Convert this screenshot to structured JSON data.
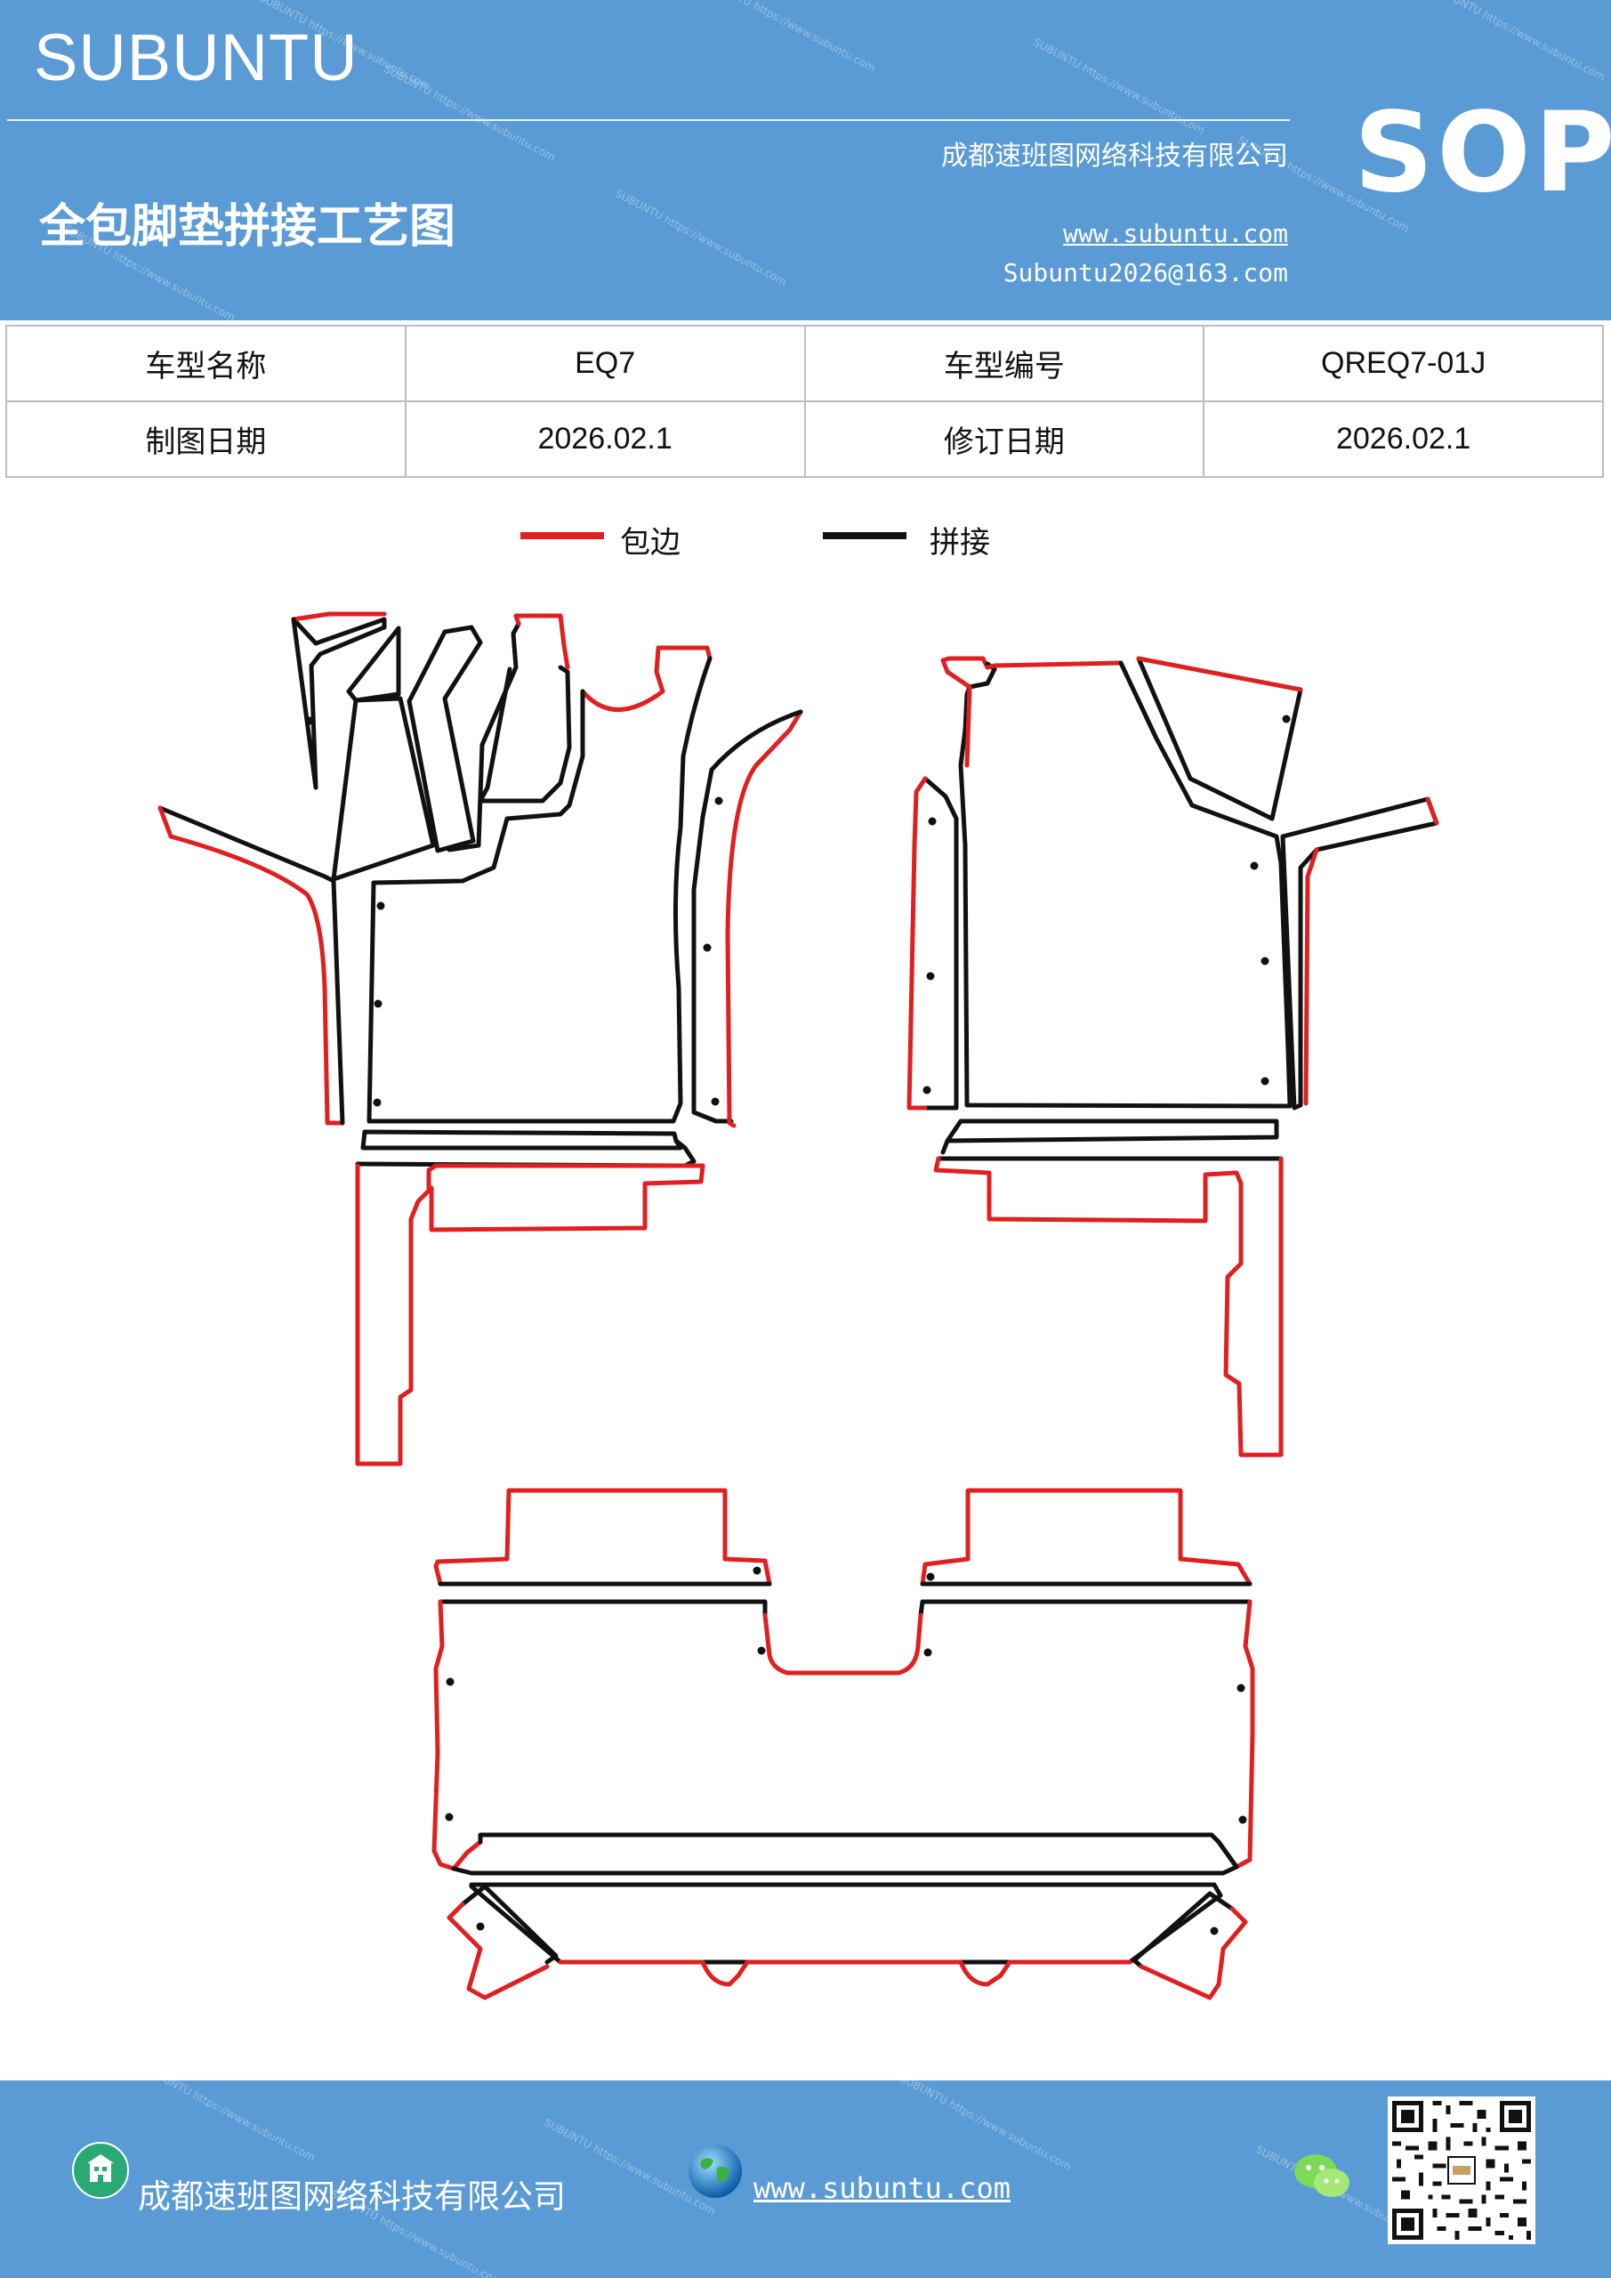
{
  "header": {
    "brand": "SUBUNTU",
    "doc_title": "全包脚垫拼接工艺图",
    "company": "成都速班图网络科技有限公司",
    "website": "www.subuntu.com",
    "email": "Subuntu2026@163.com",
    "badge": "SOP"
  },
  "info_table": {
    "rows": [
      {
        "label1": "车型名称",
        "value1": "EQ7",
        "label2": "车型编号",
        "value2": "QREQ7-01J"
      },
      {
        "label1": "制图日期",
        "value1": "2026.02.1",
        "label2": "修订日期",
        "value2": "2026.02.1"
      }
    ]
  },
  "legend": {
    "items": [
      {
        "label": "包边",
        "color": "#e02020"
      },
      {
        "label": "拼接",
        "color": "#111111"
      }
    ]
  },
  "footer": {
    "company": "成都速班图网络科技有限公司",
    "website": "www.subuntu.com ",
    "icons": [
      "building-icon",
      "globe-icon",
      "wechat-icon",
      "qr-code"
    ]
  },
  "colors": {
    "header_bg": "#5b9bd5",
    "edge_red": "#e02020",
    "seam_black": "#111111"
  }
}
